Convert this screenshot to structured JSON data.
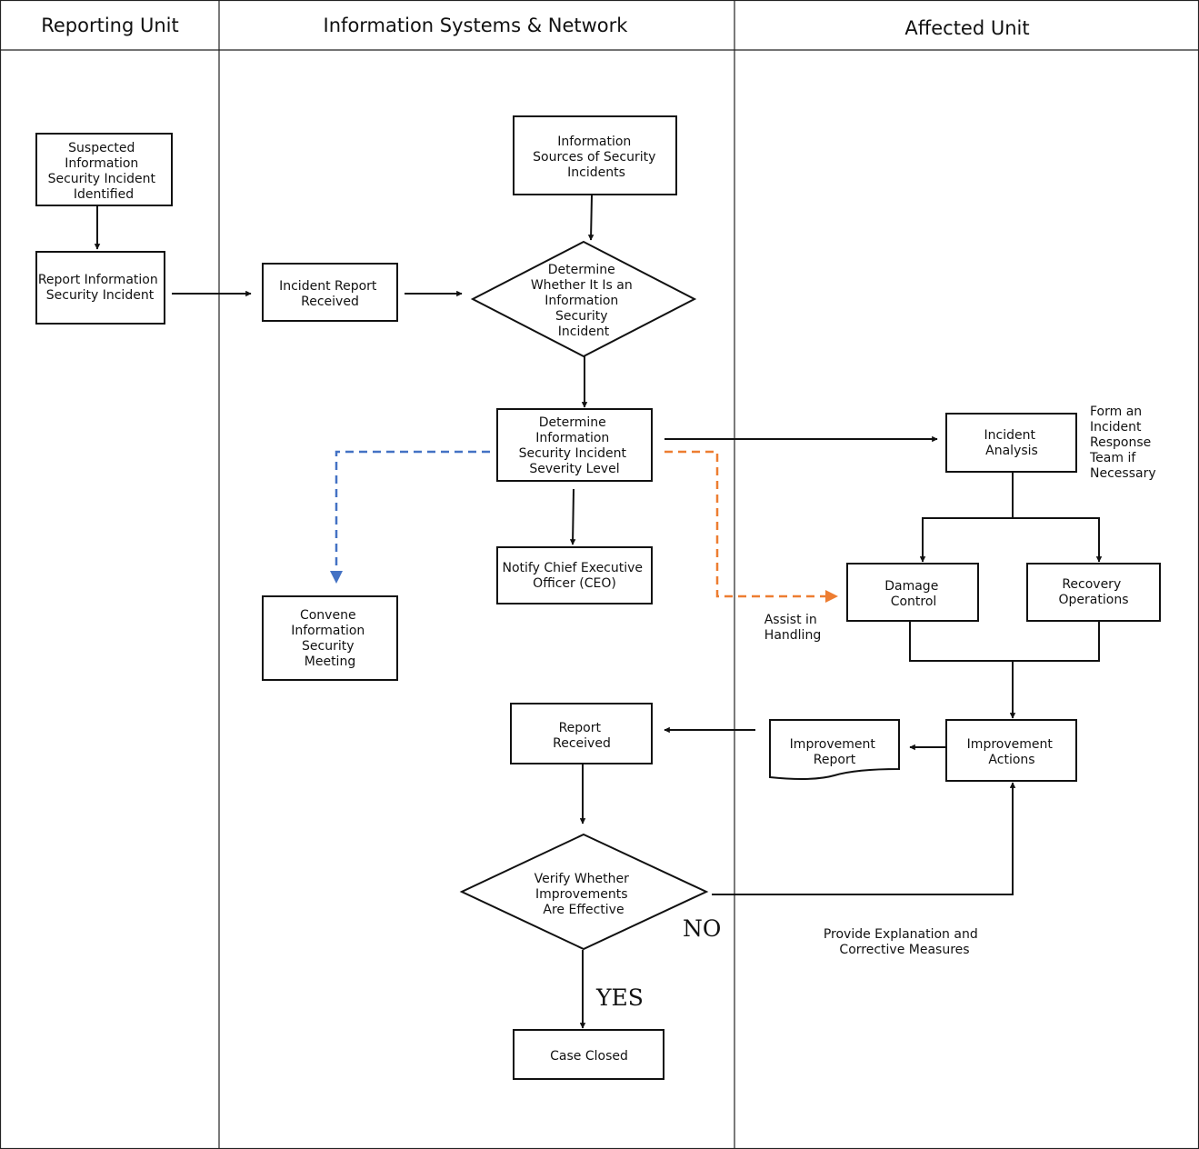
{
  "lanes": {
    "reporting": "Reporting Unit",
    "is_network": "Information Systems & Network",
    "affected": "Affected Unit"
  },
  "nodes": {
    "suspected": [
      "Suspected",
      "Information",
      "Security Incident",
      "Identified"
    ],
    "report_incident": [
      "Report Information",
      "Security Incident"
    ],
    "report_received": [
      "Incident Report",
      "Received"
    ],
    "info_sources": [
      "Information",
      "Sources of Security",
      "Incidents"
    ],
    "determine_incident": [
      "Determine",
      "Whether It Is an",
      "Information",
      "Security",
      "Incident"
    ],
    "severity": [
      "Determine",
      "Information",
      "Security Incident",
      "Severity Level"
    ],
    "notify_ceo": [
      "Notify Chief Executive",
      "Officer (CEO)"
    ],
    "convene": [
      "Convene",
      "Information",
      "Security",
      "Meeting"
    ],
    "incident_analysis": [
      "Incident",
      "Analysis"
    ],
    "damage_control": [
      "Damage",
      "Control"
    ],
    "recovery": [
      "Recovery",
      "Operations"
    ],
    "improvement_actions": [
      "Improvement",
      "Actions"
    ],
    "improvement_report": [
      "Improvement",
      "Report"
    ],
    "report_received2": [
      "Report",
      "Received"
    ],
    "verify": [
      "Verify Whether",
      "Improvements",
      "Are Effective"
    ],
    "case_closed": [
      "Case Closed"
    ]
  },
  "annotations": {
    "form_team": [
      "Form an",
      "Incident",
      "Response",
      "Team if",
      "Necessary"
    ],
    "assist": [
      "Assist in",
      "Handling"
    ],
    "provide": [
      "Provide Explanation and",
      "Corrective Measures"
    ],
    "no": "NO",
    "yes": "YES"
  },
  "colors": {
    "line": "#111111",
    "blue_dashed": "#4472C4",
    "orange_dashed": "#ED7D31"
  }
}
